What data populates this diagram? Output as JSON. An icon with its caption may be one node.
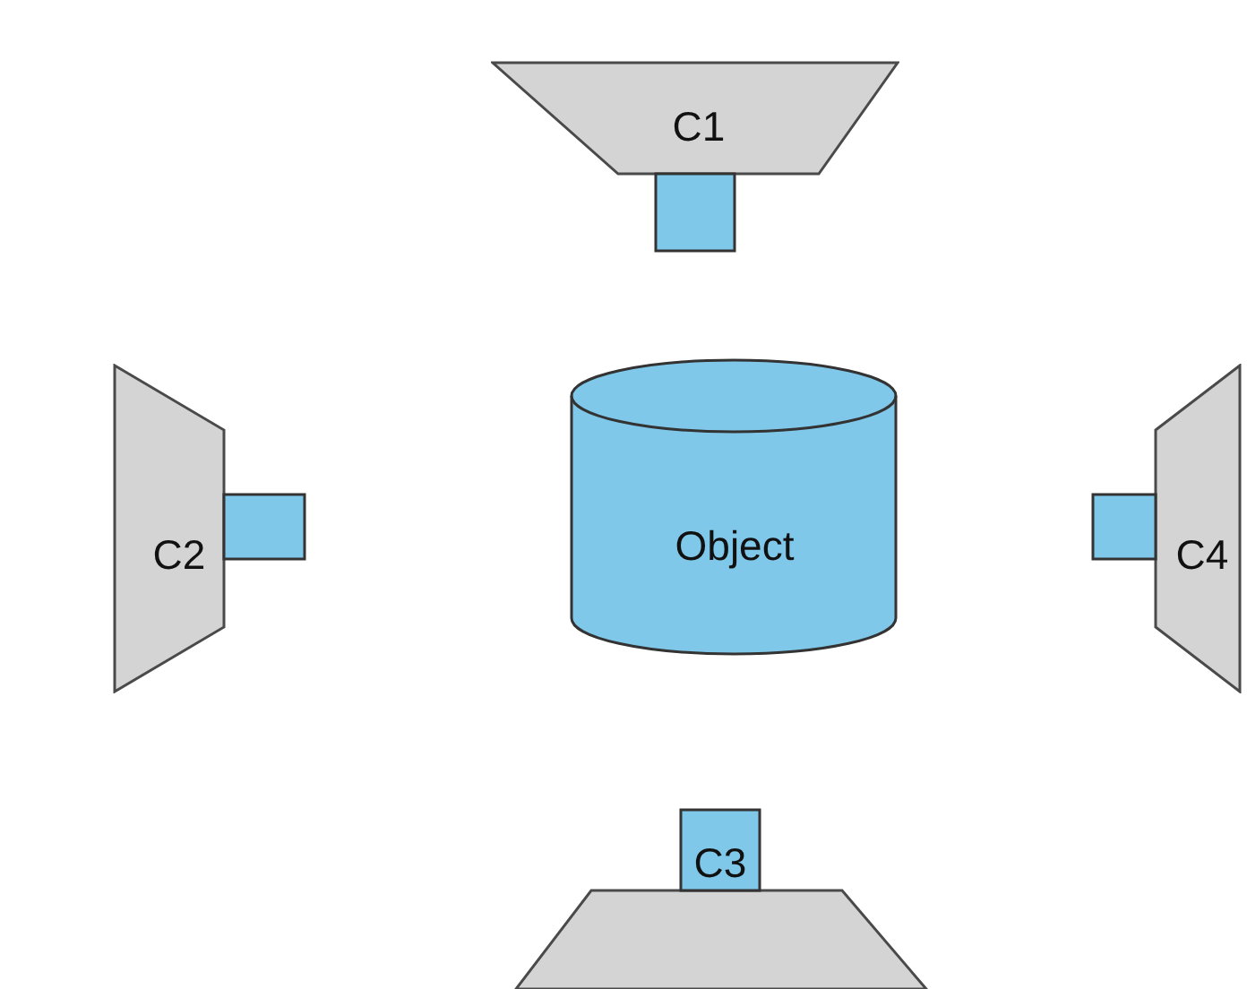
{
  "diagram": {
    "nodes": [
      {
        "text": [
          "C1"
        ]
      },
      {
        "text": [
          "C2"
        ]
      },
      {
        "text": [
          "Object"
        ]
      },
      {
        "text": [
          "C4"
        ]
      },
      {
        "text": [
          "C3"
        ]
      }
    ]
  }
}
